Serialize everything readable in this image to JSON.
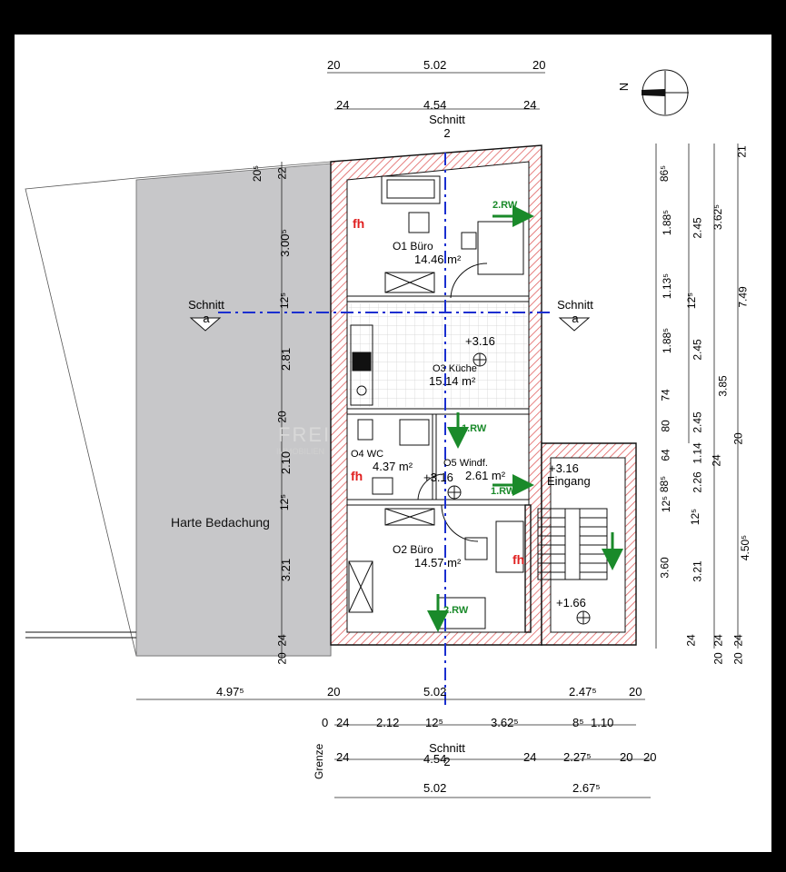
{
  "sections": {
    "label": "Schnitt",
    "top_letter": "2",
    "bottom_letter": "2",
    "left_letter": "a",
    "right_letter": "a"
  },
  "rooms": [
    {
      "id": "O1",
      "name": "O1  Büro",
      "area": "14.46 m²"
    },
    {
      "id": "O3",
      "name": "O3  Küche",
      "area": "15.14 m²"
    },
    {
      "id": "O4",
      "name": "O4  WC",
      "area": "4.37 m²"
    },
    {
      "id": "O5",
      "name": "O5  Windf.",
      "area": "2.61 m²"
    },
    {
      "id": "O2",
      "name": "O2  Büro",
      "area": "14.57 m²"
    }
  ],
  "levels": {
    "kitchen": "+3.16",
    "windfang": "+3.16",
    "entrance": "+3.16",
    "stair_base": "+1.66"
  },
  "labels": {
    "roof": "Harte Bedachung",
    "entrance": "Eingang",
    "fire_marker": "fh",
    "boundary": "Grenze",
    "watermark": "FREI",
    "watermark_small": "IMMOBILIEN"
  },
  "escape_routes": [
    "2.RW",
    "1.RW",
    "1.RW",
    "2.RW"
  ],
  "dimensions": {
    "top_row1": [
      "20",
      "5.02",
      "20"
    ],
    "top_row2": [
      "24",
      "4.54",
      "24"
    ],
    "left_col": [
      "20⁵",
      "22",
      "3.00⁵",
      "12⁵",
      "2.81",
      "20",
      "2.10",
      "12⁵",
      "3.21",
      "24",
      "20"
    ],
    "right_col1": [
      "86⁵",
      "1.88⁵",
      "1.13⁵",
      "12⁵",
      "1.88⁵",
      "74",
      "80",
      "64",
      "88⁵",
      "12⁵",
      "3.60",
      "24"
    ],
    "right_col2": [
      "2.45",
      "2.45",
      "2.45",
      "2.26",
      "1.14",
      "12⁵",
      "3.21",
      "24",
      "20"
    ],
    "right_col3": [
      "3.62⁵",
      "3.85",
      "20",
      "24",
      "4.50⁵",
      "24",
      "20"
    ],
    "right_col4": [
      "21",
      "7.49"
    ],
    "bottom_row1": [
      "4.97⁵",
      "20",
      "5.02",
      "2.47⁵",
      "20"
    ],
    "bottom_row2": [
      "0",
      "24",
      "2.12",
      "12⁵",
      "3.62⁵",
      "8⁵",
      "1.10"
    ],
    "bottom_row3": [
      "24",
      "4.54",
      "24",
      "2.27⁵",
      "20",
      "20"
    ],
    "bottom_row4": [
      "5.02",
      "2.67⁵"
    ]
  },
  "north": "N"
}
